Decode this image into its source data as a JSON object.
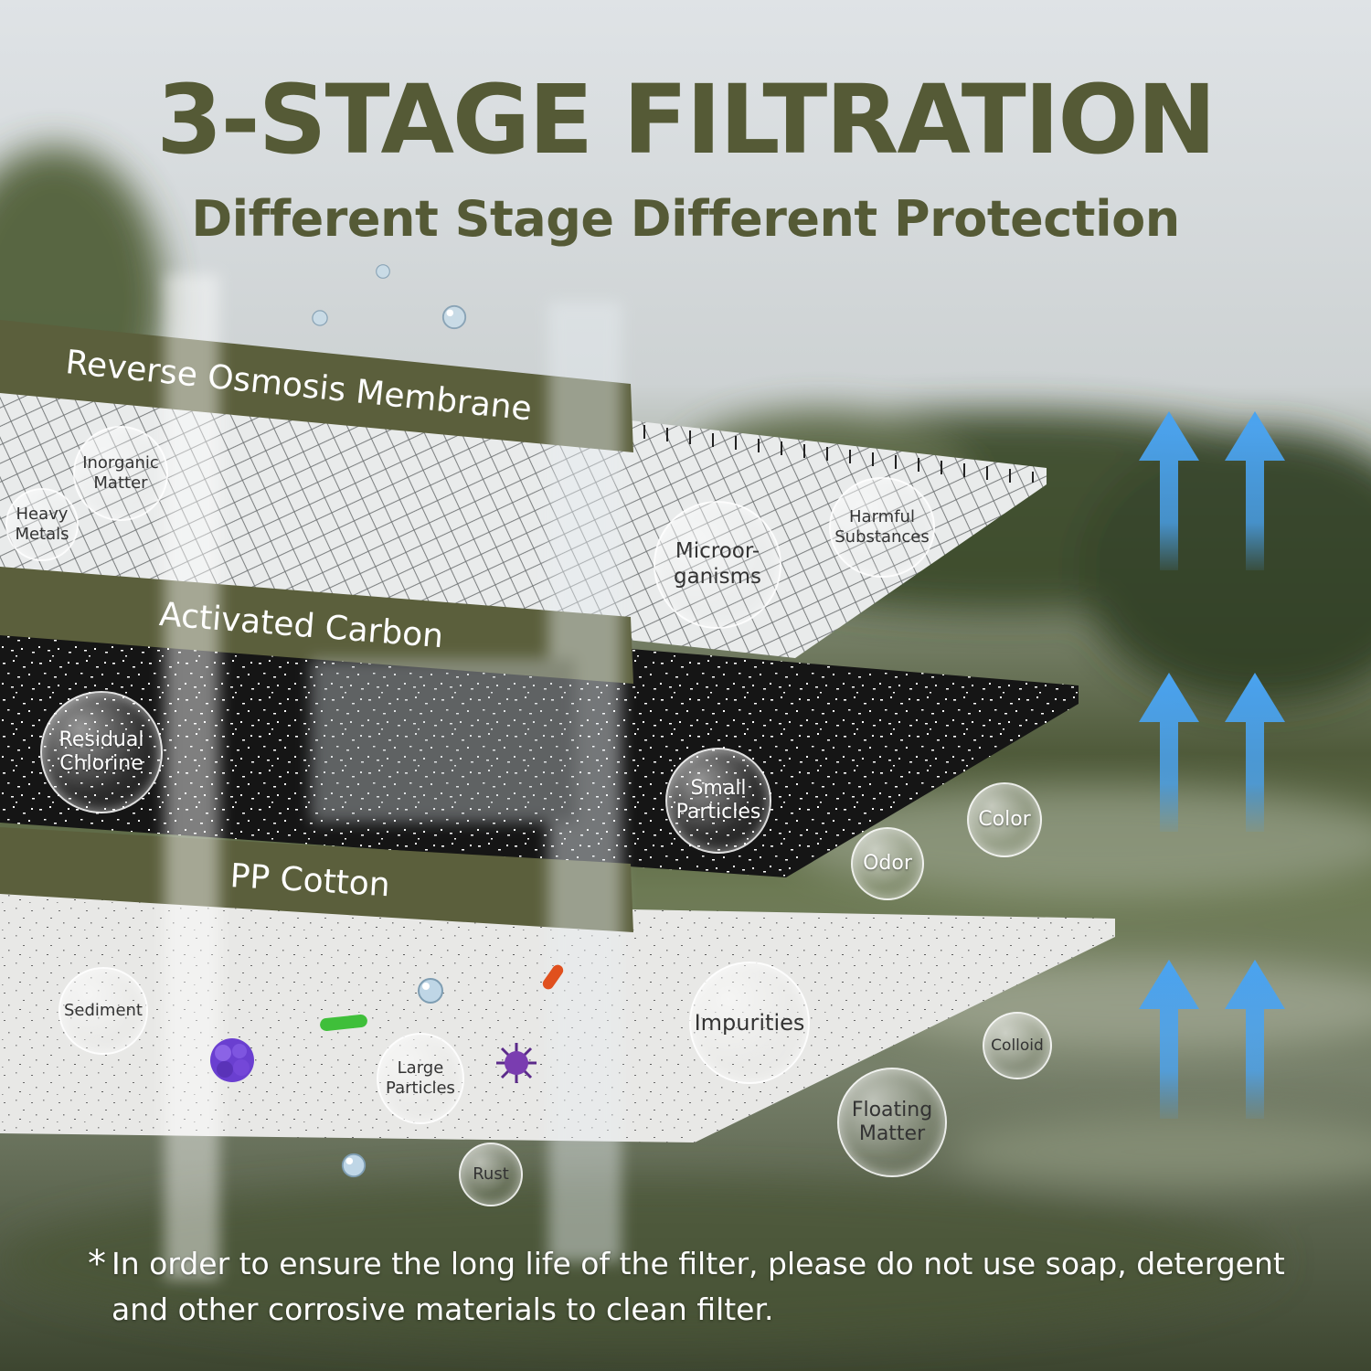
{
  "header": {
    "title": "3-STAGE FILTRATION",
    "subtitle": "Different Stage Different Protection"
  },
  "layers": [
    {
      "label": "Reverse Osmosis Membrane",
      "bubbles": [
        "Inorganic\nMatter",
        "Heavy\nMetals",
        "Microor-\nganisms",
        "Harmful\nSubstances"
      ]
    },
    {
      "label": "Activated Carbon",
      "bubbles": [
        "Residual\nChlorine",
        "Small\nParticles",
        "Odor",
        "Color"
      ]
    },
    {
      "label": "PP Cotton",
      "bubbles": [
        "Sediment",
        "Large\nParticles",
        "Rust",
        "Impurities",
        "Colloid",
        "Floating\nMatter"
      ]
    }
  ],
  "footnote": {
    "marker": "*",
    "text": "In order to ensure the long life of the filter, please do not use soap, detergent and other corrosive materials to clean filter."
  },
  "colors": {
    "olive": "#555a36",
    "band": "#5b5f3c",
    "arrow": "#4aa3f0"
  },
  "icons": [
    "water-flow-arrow-icon",
    "water-droplet-icon",
    "bacteria-icon",
    "virus-icon"
  ]
}
